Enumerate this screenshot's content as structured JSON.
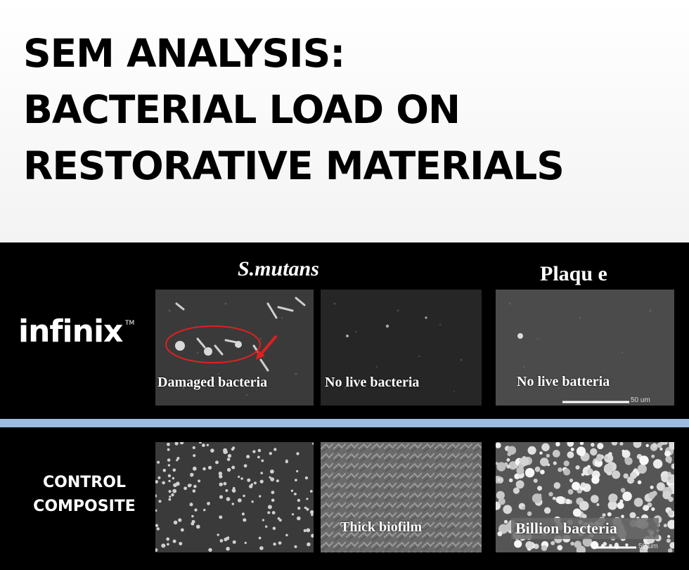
{
  "title": {
    "line1": "SEM ANALYSIS:",
    "line2": "BACTERIAL LOAD ON",
    "line3": "RESTORATIVE MATERIALS"
  },
  "columns": {
    "smutans": "S.mutans",
    "plaque": "Plaqu e"
  },
  "rows": {
    "infinix": {
      "brand": "infinix",
      "trademark": "TM"
    },
    "control": {
      "line1": "CONTROL",
      "line2": "COMPOSITE"
    }
  },
  "captions": {
    "infinix_smutans_1": "Damaged bacteria",
    "infinix_smutans_2": "No live bacteria",
    "infinix_plaque": "No live batteria",
    "control_smutans_2": "Thick biofilm",
    "control_plaque": "Billion bacteria"
  },
  "scale_bars": {
    "infinix_plaque": "50 um",
    "control_plaque": "50 um"
  },
  "colors": {
    "panel_bg": "#000000",
    "divider": "#9dbbe0",
    "annotation_red": "#e02020",
    "text_light": "#ffffff"
  }
}
